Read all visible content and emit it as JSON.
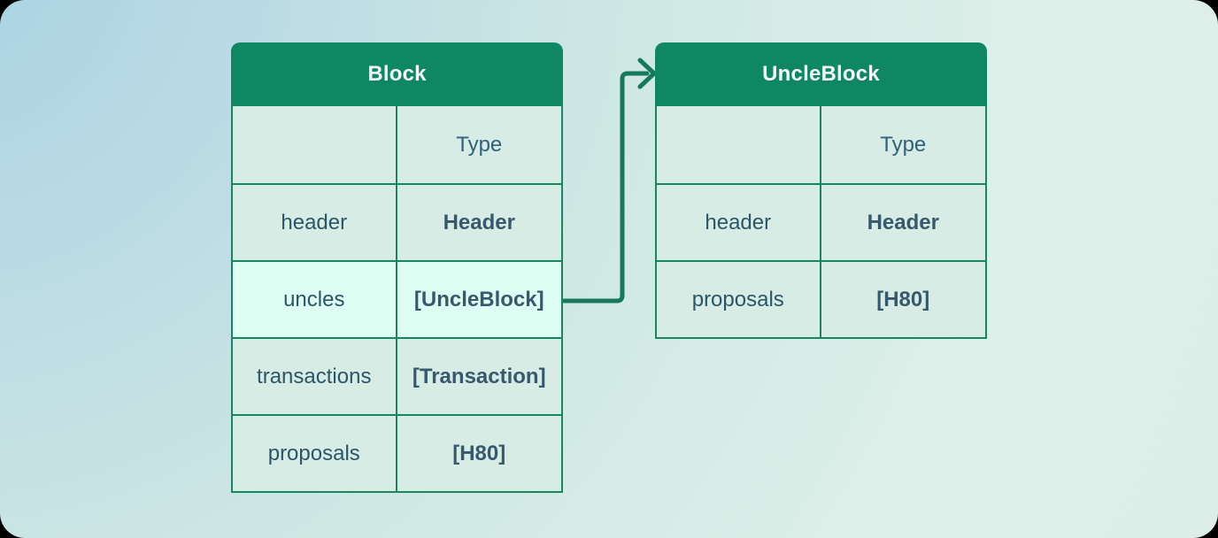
{
  "diagram": {
    "tables": [
      {
        "id": "block",
        "title": "Block",
        "type_column_header": "Type",
        "rows": [
          {
            "field": "header",
            "type": "Header",
            "highlight": false
          },
          {
            "field": "uncles",
            "type": "[UncleBlock]",
            "highlight": true
          },
          {
            "field": "transactions",
            "type": "[Transaction]",
            "highlight": false
          },
          {
            "field": "proposals",
            "type": "[H80]",
            "highlight": false
          }
        ]
      },
      {
        "id": "uncleblock",
        "title": "UncleBlock",
        "type_column_header": "Type",
        "rows": [
          {
            "field": "header",
            "type": "Header",
            "highlight": false
          },
          {
            "field": "proposals",
            "type": "[H80]",
            "highlight": false
          }
        ]
      }
    ],
    "connector": {
      "from": "Block.uncles",
      "to": "UncleBlock",
      "style": "elbow-arrow"
    },
    "colors": {
      "header_green": "#0f8762",
      "border_green": "#16875f",
      "arrow_green": "#17795b",
      "text_dark": "#2b5668",
      "value_dark": "#38596d",
      "cell_bg": "#d7ece5",
      "cell_highlight_bg": "#defdf3",
      "bg_blue": "#a7d2e3",
      "bg_mint": "#ddf0e9"
    }
  }
}
